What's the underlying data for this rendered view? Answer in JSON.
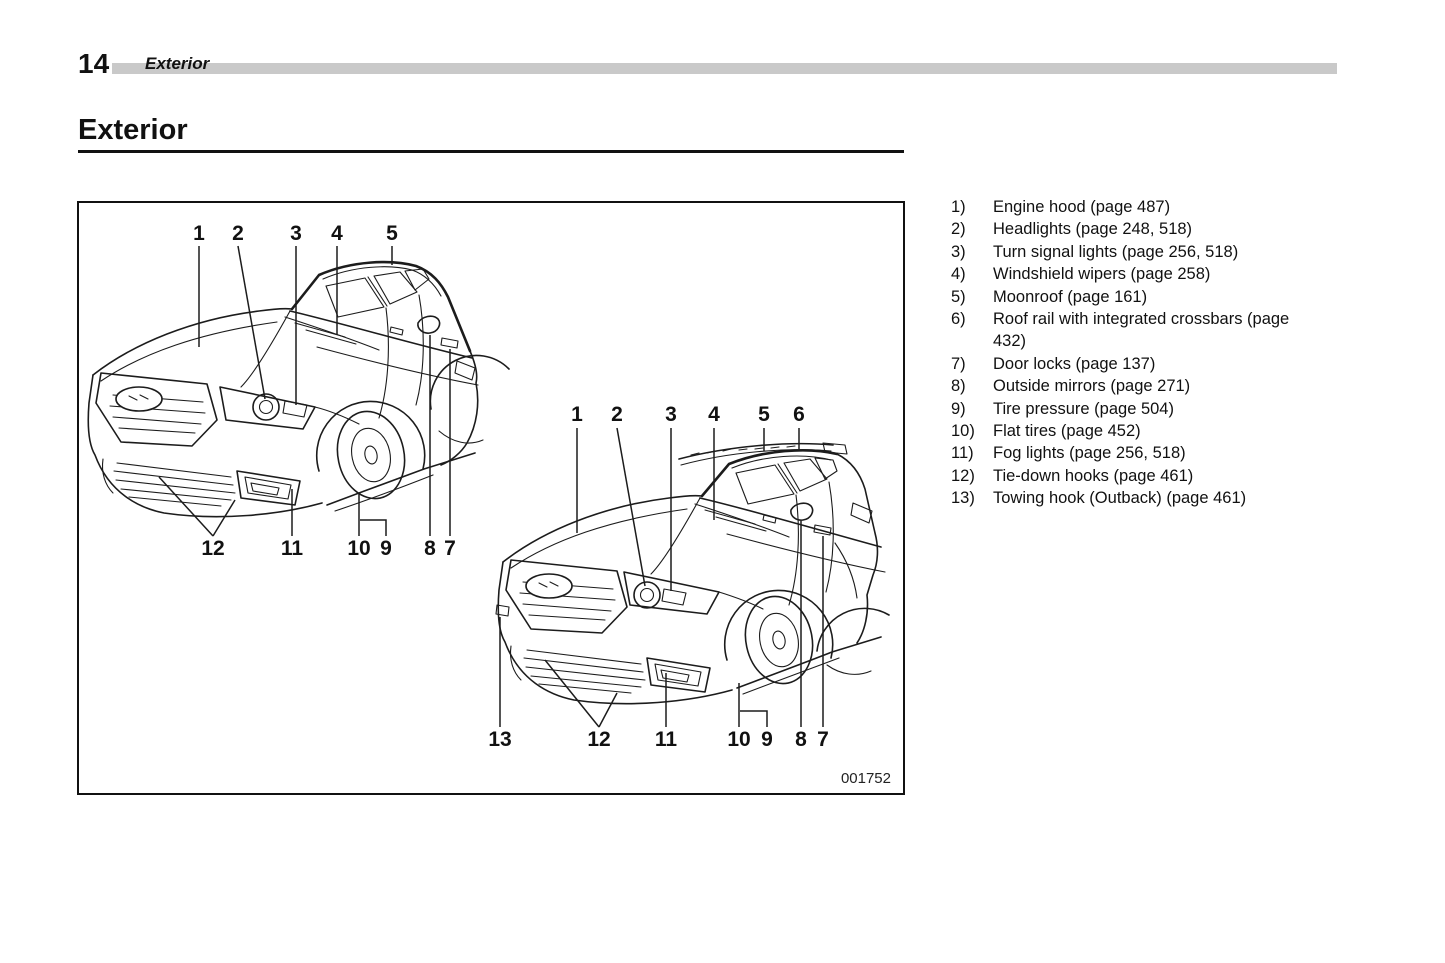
{
  "page": {
    "number": "14",
    "running_header": "Exterior",
    "title": "Exterior",
    "figure_code": "001752"
  },
  "legend": {
    "items": [
      {
        "num": "1)",
        "text": "Engine hood (page 487)"
      },
      {
        "num": "2)",
        "text": "Headlights (page 248, 518)"
      },
      {
        "num": "3)",
        "text": "Turn signal lights (page 256, 518)"
      },
      {
        "num": "4)",
        "text": "Windshield wipers (page 258)"
      },
      {
        "num": "5)",
        "text": "Moonroof (page 161)"
      },
      {
        "num": "6)",
        "text": "Roof rail with integrated crossbars (page 432)"
      },
      {
        "num": "7)",
        "text": "Door locks (page 137)"
      },
      {
        "num": "8)",
        "text": "Outside mirrors (page 271)"
      },
      {
        "num": "9)",
        "text": "Tire pressure (page 504)"
      },
      {
        "num": "10)",
        "text": "Flat tires (page 452)"
      },
      {
        "num": "11)",
        "text": "Fog lights (page 256, 518)"
      },
      {
        "num": "12)",
        "text": "Tie-down hooks (page 461)"
      },
      {
        "num": "13)",
        "text": "Towing hook (Outback) (page 461)"
      }
    ]
  },
  "diagram": {
    "sedan": {
      "top": [
        "1",
        "2",
        "3",
        "4",
        "5"
      ],
      "bottom": [
        "12",
        "11",
        "10",
        "9",
        "8",
        "7"
      ]
    },
    "wagon": {
      "top": [
        "1",
        "2",
        "3",
        "4",
        "5",
        "6"
      ],
      "bottom": [
        "13",
        "12",
        "11",
        "10",
        "9",
        "8",
        "7"
      ]
    }
  },
  "colors": {
    "header_bar": "#c9c9c9",
    "line_art": "#1c1c1c",
    "text": "#111111"
  }
}
